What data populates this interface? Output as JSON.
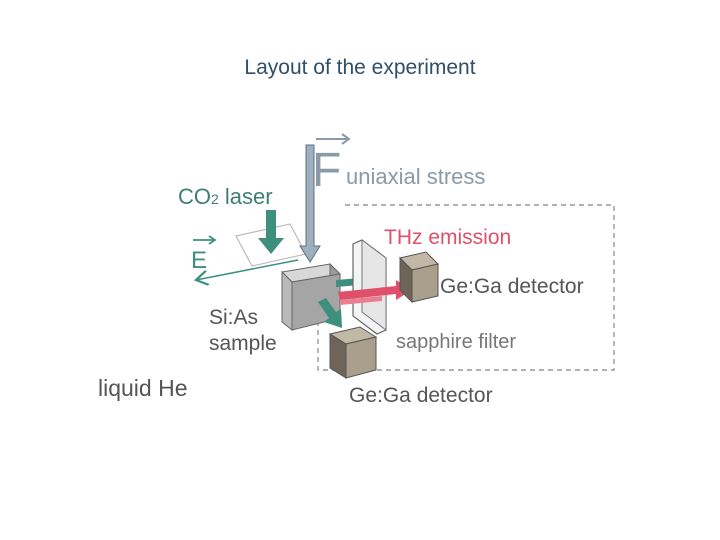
{
  "slide": {
    "title": "Layout of the experiment"
  },
  "diagram": {
    "force_symbol": "F",
    "force_label": "uniaxial stress",
    "laser_prefix": "CO",
    "laser_subscript": "2",
    "laser_suffix": " laser",
    "field_symbol": "E",
    "emission_label": "THz emission",
    "detector_top_label": "Ge:Ga detector",
    "sample_line1": "Si:As",
    "sample_line2": "sample",
    "filter_label": "sapphire filter",
    "medium_label": "liquid He",
    "detector_bottom_label": "Ge:Ga detector",
    "colors": {
      "title": "#2f4f6a",
      "laser": "#3f8f7f",
      "emission": "#e0506a",
      "stress_arrow": "#8a9aa6",
      "text": "#555555"
    }
  }
}
